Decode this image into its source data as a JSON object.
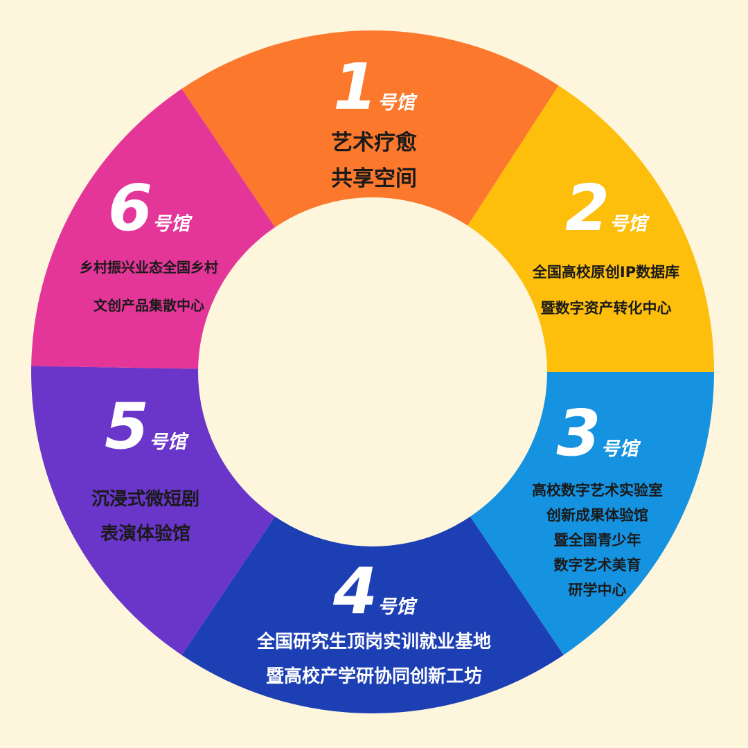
{
  "colors": {
    "background": "#fdf5dc",
    "hall_1": "#fb782c",
    "hall_2": "#fdbe0c",
    "hall_3": "#1592e0",
    "hall_4": "#1d3fb4",
    "hall_5": "#6a35c9",
    "hall_6": "#e43698"
  },
  "halls": [
    {
      "number": "1",
      "suffix": "号馆",
      "lines": [
        "艺术疗愈",
        "共享空间"
      ]
    },
    {
      "number": "2",
      "suffix": "号馆",
      "lines": [
        "全国高校原创IP数据库",
        "暨数字资产转化中心"
      ]
    },
    {
      "number": "3",
      "suffix": "号馆",
      "lines": [
        "高校数字艺术实验室",
        "创新成果体验馆",
        "暨全国青少年",
        "数字艺术美育",
        "研学中心"
      ]
    },
    {
      "number": "4",
      "suffix": "号馆",
      "lines": [
        "全国研究生顶岗实训就业基地",
        "暨高校产学研协同创新工坊"
      ]
    },
    {
      "number": "5",
      "suffix": "号馆",
      "lines": [
        "沉浸式微短剧",
        "表演体验馆"
      ]
    },
    {
      "number": "6",
      "suffix": "号馆",
      "lines": [
        "乡村振兴业态全国乡村",
        "文创产品集散中心"
      ]
    }
  ]
}
